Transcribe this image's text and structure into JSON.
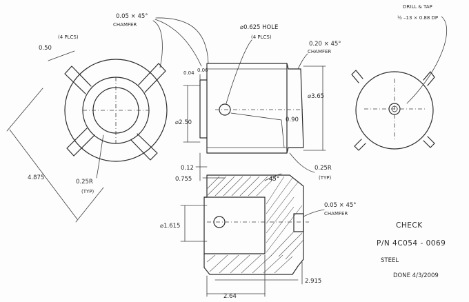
{
  "labels": {
    "chamfer_top": "0.05 × 45°",
    "chamfer_top_word": "CHAMFER",
    "width_050": "0.50",
    "four_pls": "(4 PLCS)",
    "radius_left": "0.25R",
    "typ_left": "(TYP)",
    "overall_4875": "4.875",
    "hole_dia": "⌀0.625 HOLE",
    "hole_pls": "(4 PLCS)",
    "chamfer_side": "0.20 × 45°",
    "chamfer_side_word": "CHAMFER",
    "dim_004": "0.04",
    "dim_006": "0.06",
    "dia_250": "⌀2.50",
    "dia_365": "⌀3.65",
    "dim_090": "0.90",
    "dim_012": "0.12",
    "dim_0755": "0.755",
    "radius_right": "0.25R",
    "typ_right": "(TYP)",
    "angle_45": "45°",
    "dia_1615": "⌀1.615",
    "chamfer_sec": "0.05 × 45°",
    "chamfer_sec_word": "CHAMFER",
    "dim_2915": "2.915",
    "dim_264": "2.64",
    "drill_tap": "DRILL & TAP",
    "thread": "½ –13 × 0.88 DP",
    "check": "CHECK",
    "part_number": "P/N  4C054 - 0069",
    "material": "STEEL",
    "done": "DONE  4/3/2009"
  }
}
